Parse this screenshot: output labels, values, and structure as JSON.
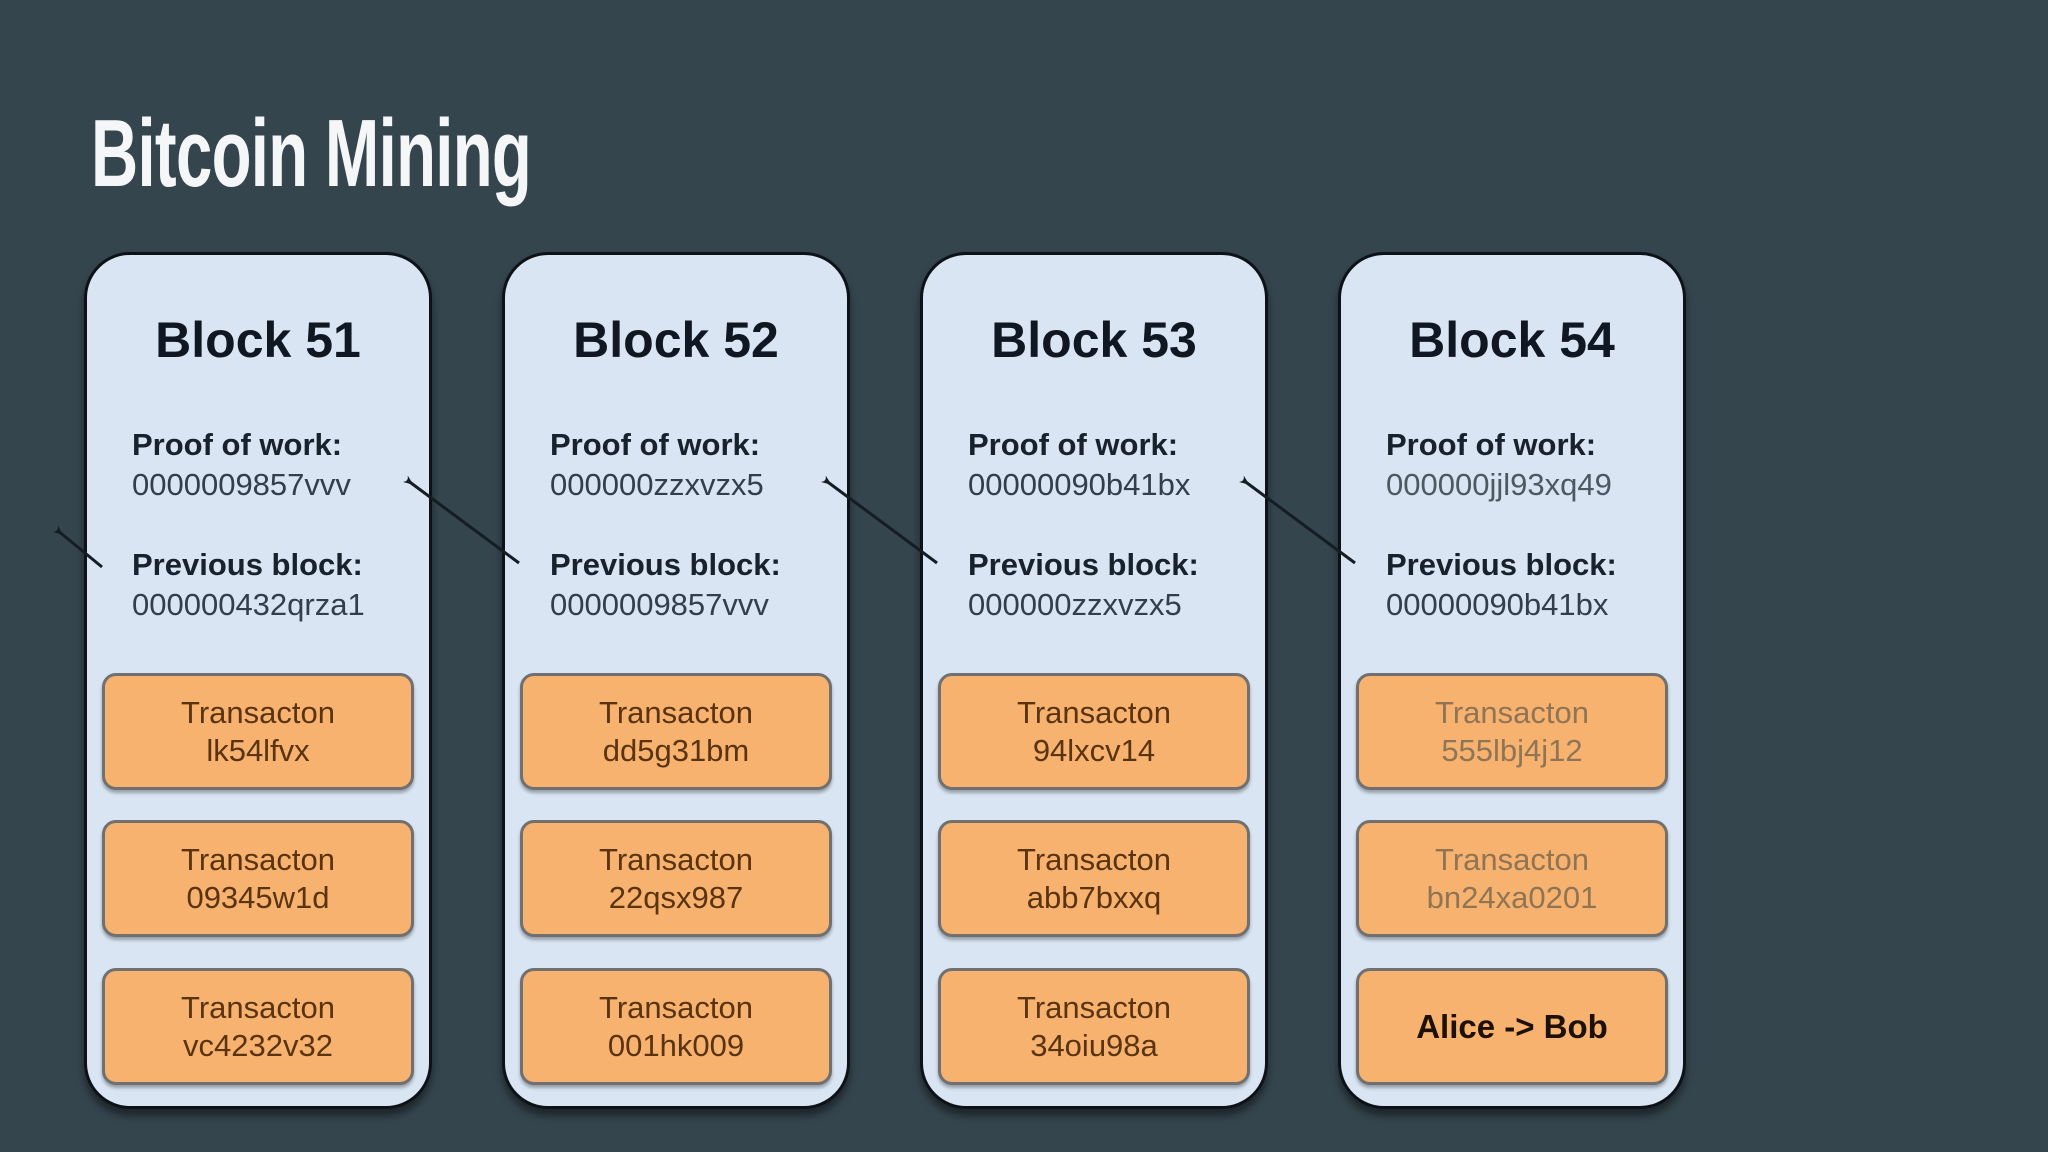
{
  "page": {
    "title": "Bitcoin Mining"
  },
  "labels": {
    "proof_of_work": "Proof of work:",
    "previous_block": "Previous block:"
  },
  "blocks": [
    {
      "title": "Block 51",
      "proof_of_work": "0000009857vvv",
      "previous_block": "000000432qrza1",
      "transactions": [
        {
          "line1": "Transacton",
          "line2": "lk54lfvx"
        },
        {
          "line1": "Transacton",
          "line2": "09345w1d"
        },
        {
          "line1": "Transacton",
          "line2": "vc4232v32"
        }
      ]
    },
    {
      "title": "Block 52",
      "proof_of_work": "000000zzxvzx5",
      "previous_block": "0000009857vvv",
      "transactions": [
        {
          "line1": "Transacton",
          "line2": "dd5g31bm"
        },
        {
          "line1": "Transacton",
          "line2": "22qsx987"
        },
        {
          "line1": "Transacton",
          "line2": "001hk009"
        }
      ]
    },
    {
      "title": "Block 53",
      "proof_of_work": "00000090b41bx",
      "previous_block": "000000zzxvzx5",
      "transactions": [
        {
          "line1": "Transacton",
          "line2": "94lxcv14"
        },
        {
          "line1": "Transacton",
          "line2": "abb7bxxq"
        },
        {
          "line1": "Transacton",
          "line2": "34oiu98a"
        }
      ]
    },
    {
      "title": "Block 54",
      "proof_of_work": "000000jjl93xq49",
      "previous_block": "00000090b41bx",
      "transactions": [
        {
          "line1": "Transacton",
          "line2": "555lbj4j12"
        },
        {
          "line1": "Transacton",
          "line2": "bn24xa0201"
        },
        {
          "line1": "Alice -> Bob"
        }
      ]
    }
  ],
  "colors": {
    "background": "#35454E",
    "block_fill": "#D9E5F3",
    "block_border": "#0c1218",
    "transaction_fill": "#F6B26E",
    "transaction_border": "#707070",
    "transaction_text": "#5A3411",
    "arrow": "#151d24",
    "title_text": "#F4F6F7"
  }
}
